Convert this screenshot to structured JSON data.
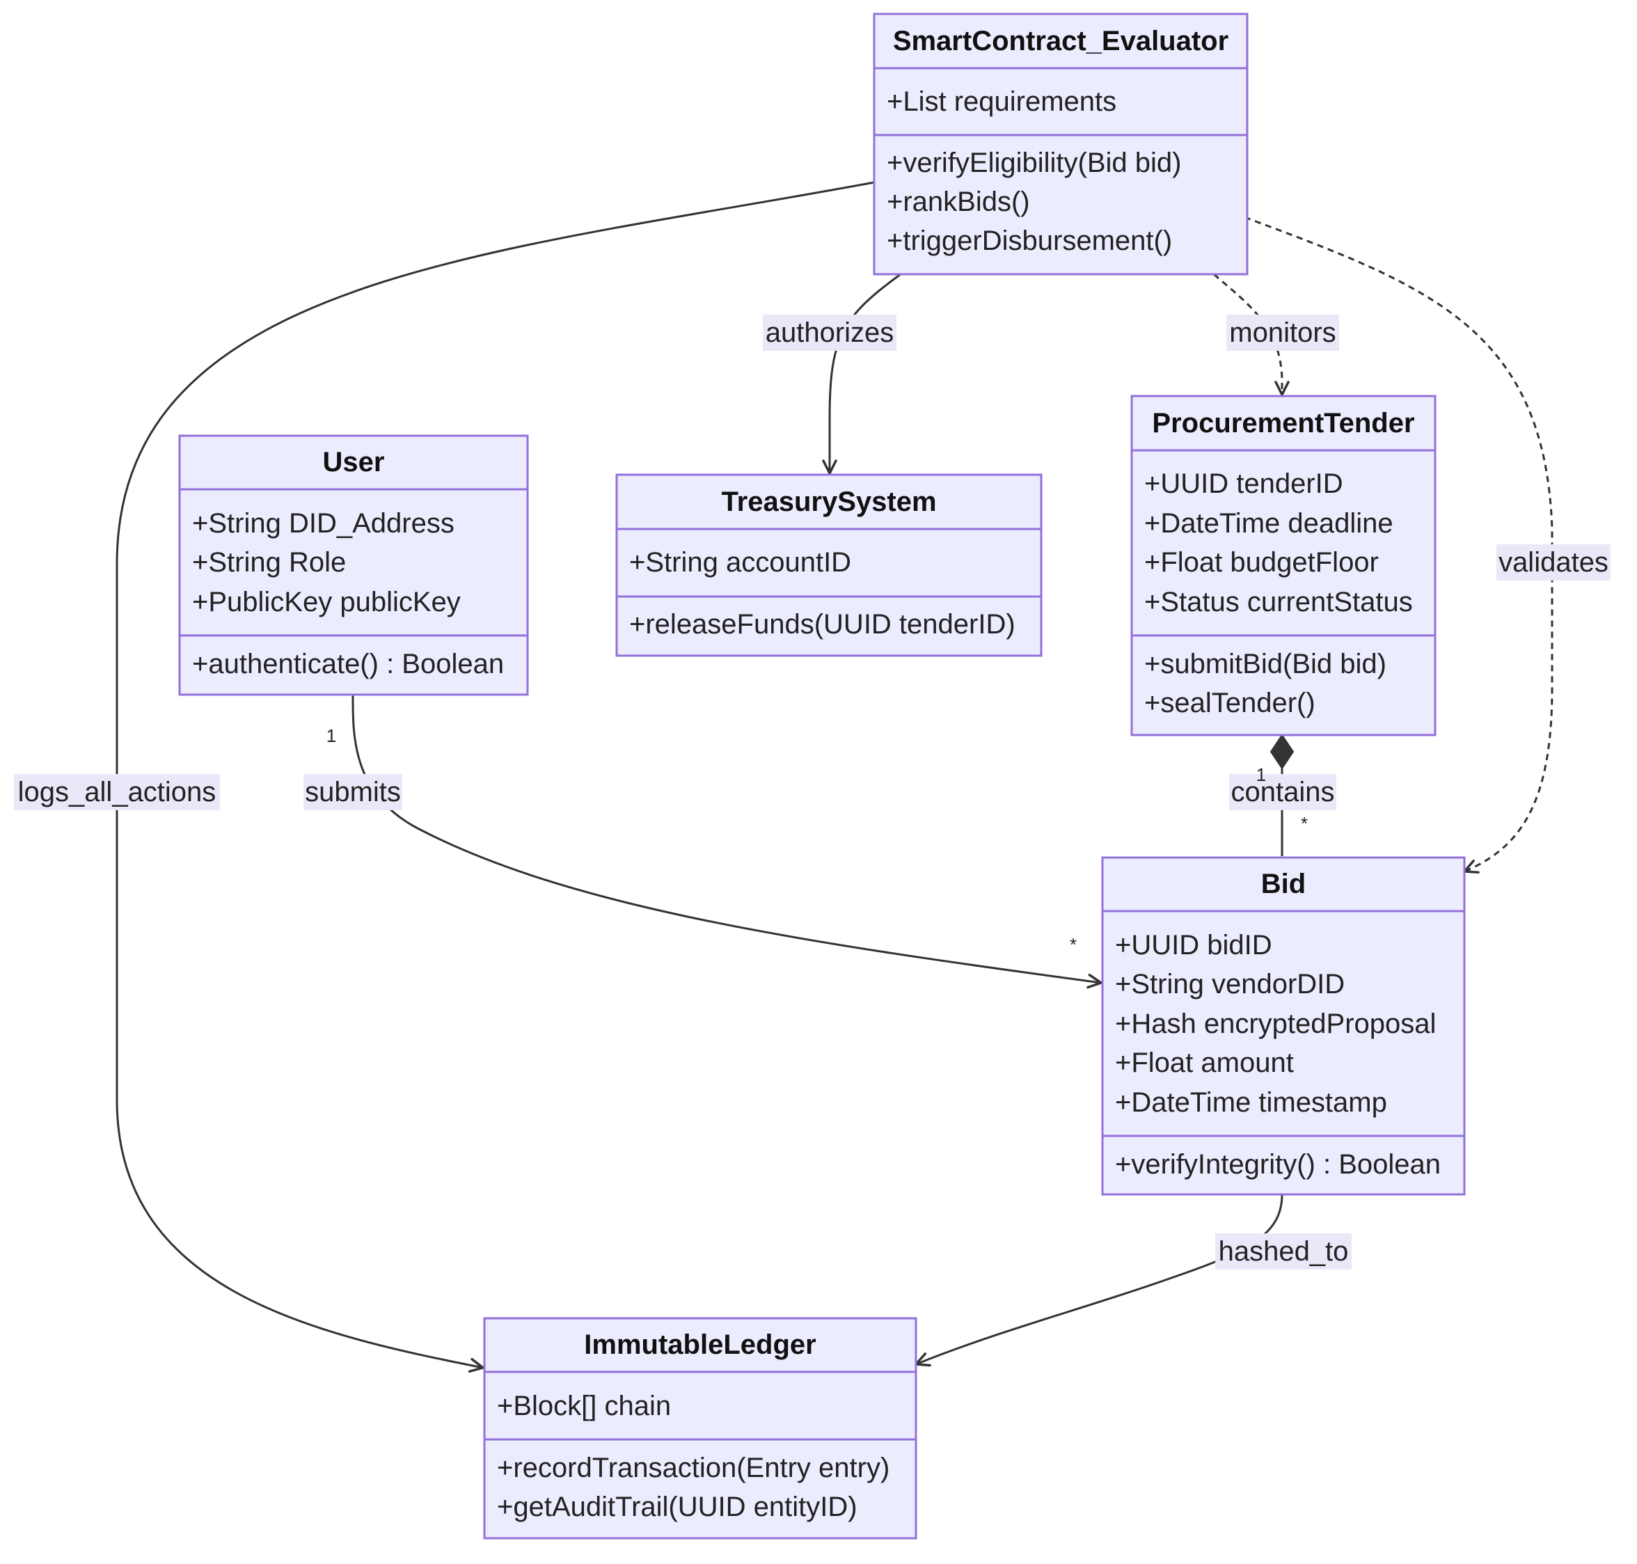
{
  "classes": {
    "evaluator": {
      "name": "SmartContract_Evaluator",
      "attributes": [
        "+List requirements"
      ],
      "methods": [
        "+verifyEligibility(Bid bid)",
        "+rankBids()",
        "+triggerDisbursement()"
      ]
    },
    "user": {
      "name": "User",
      "attributes": [
        "+String DID_Address",
        "+String Role",
        "+PublicKey publicKey"
      ],
      "methods": [
        "+authenticate() : Boolean"
      ]
    },
    "treasury": {
      "name": "TreasurySystem",
      "attributes": [
        "+String accountID"
      ],
      "methods": [
        "+releaseFunds(UUID tenderID)"
      ]
    },
    "tender": {
      "name": "ProcurementTender",
      "attributes": [
        "+UUID tenderID",
        "+DateTime deadline",
        "+Float budgetFloor",
        "+Status currentStatus"
      ],
      "methods": [
        "+submitBid(Bid bid)",
        "+sealTender()"
      ]
    },
    "bid": {
      "name": "Bid",
      "attributes": [
        "+UUID bidID",
        "+String vendorDID",
        "+Hash encryptedProposal",
        "+Float amount",
        "+DateTime timestamp"
      ],
      "methods": [
        "+verifyIntegrity() : Boolean"
      ]
    },
    "ledger": {
      "name": "ImmutableLedger",
      "attributes": [
        "+Block[] chain"
      ],
      "methods": [
        "+recordTransaction(Entry entry)",
        "+getAuditTrail(UUID entityID)"
      ]
    }
  },
  "relations": {
    "authorizes": "authorizes",
    "monitors": "monitors",
    "validates": "validates",
    "logs_all_actions": "logs_all_actions",
    "submits": "submits",
    "submits_from_mult": "1",
    "submits_to_mult": "*",
    "contains": "contains",
    "contains_from_mult": "1",
    "contains_to_mult": "*",
    "hashed_to": "hashed_to"
  },
  "colors": {
    "class_fill": "#ECECFF",
    "class_border": "#9370DB",
    "edge": "#333333",
    "label_background": "#E8E8F8"
  }
}
